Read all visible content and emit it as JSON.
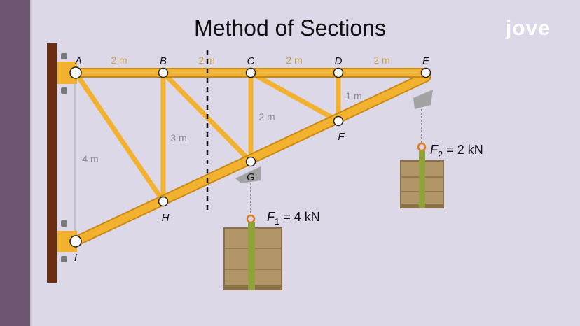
{
  "title": "Method of Sections",
  "logo": "jove",
  "dimensions": {
    "ab": "2 m",
    "bc": "2 m",
    "cd": "2 m",
    "de": "2 m",
    "df": "1 m",
    "cg": "2 m",
    "bh": "3 m",
    "ai": "4 m"
  },
  "nodes": {
    "a": "A",
    "b": "B",
    "c": "C",
    "d": "D",
    "e": "E",
    "f": "F",
    "g": "G",
    "h": "H",
    "i": "I"
  },
  "loads": {
    "f1": {
      "symbol": "F",
      "sub": "1",
      "value": " = 4 kN"
    },
    "f2": {
      "symbol": "F",
      "sub": "2",
      "value": " = 2 kN"
    }
  },
  "colors": {
    "beam": "#f2b230",
    "beam_edge": "#c98a14",
    "wall": "#6e5571",
    "plate": "#6b2e10",
    "crate": "#b39668",
    "strap": "#8fa33a"
  }
}
